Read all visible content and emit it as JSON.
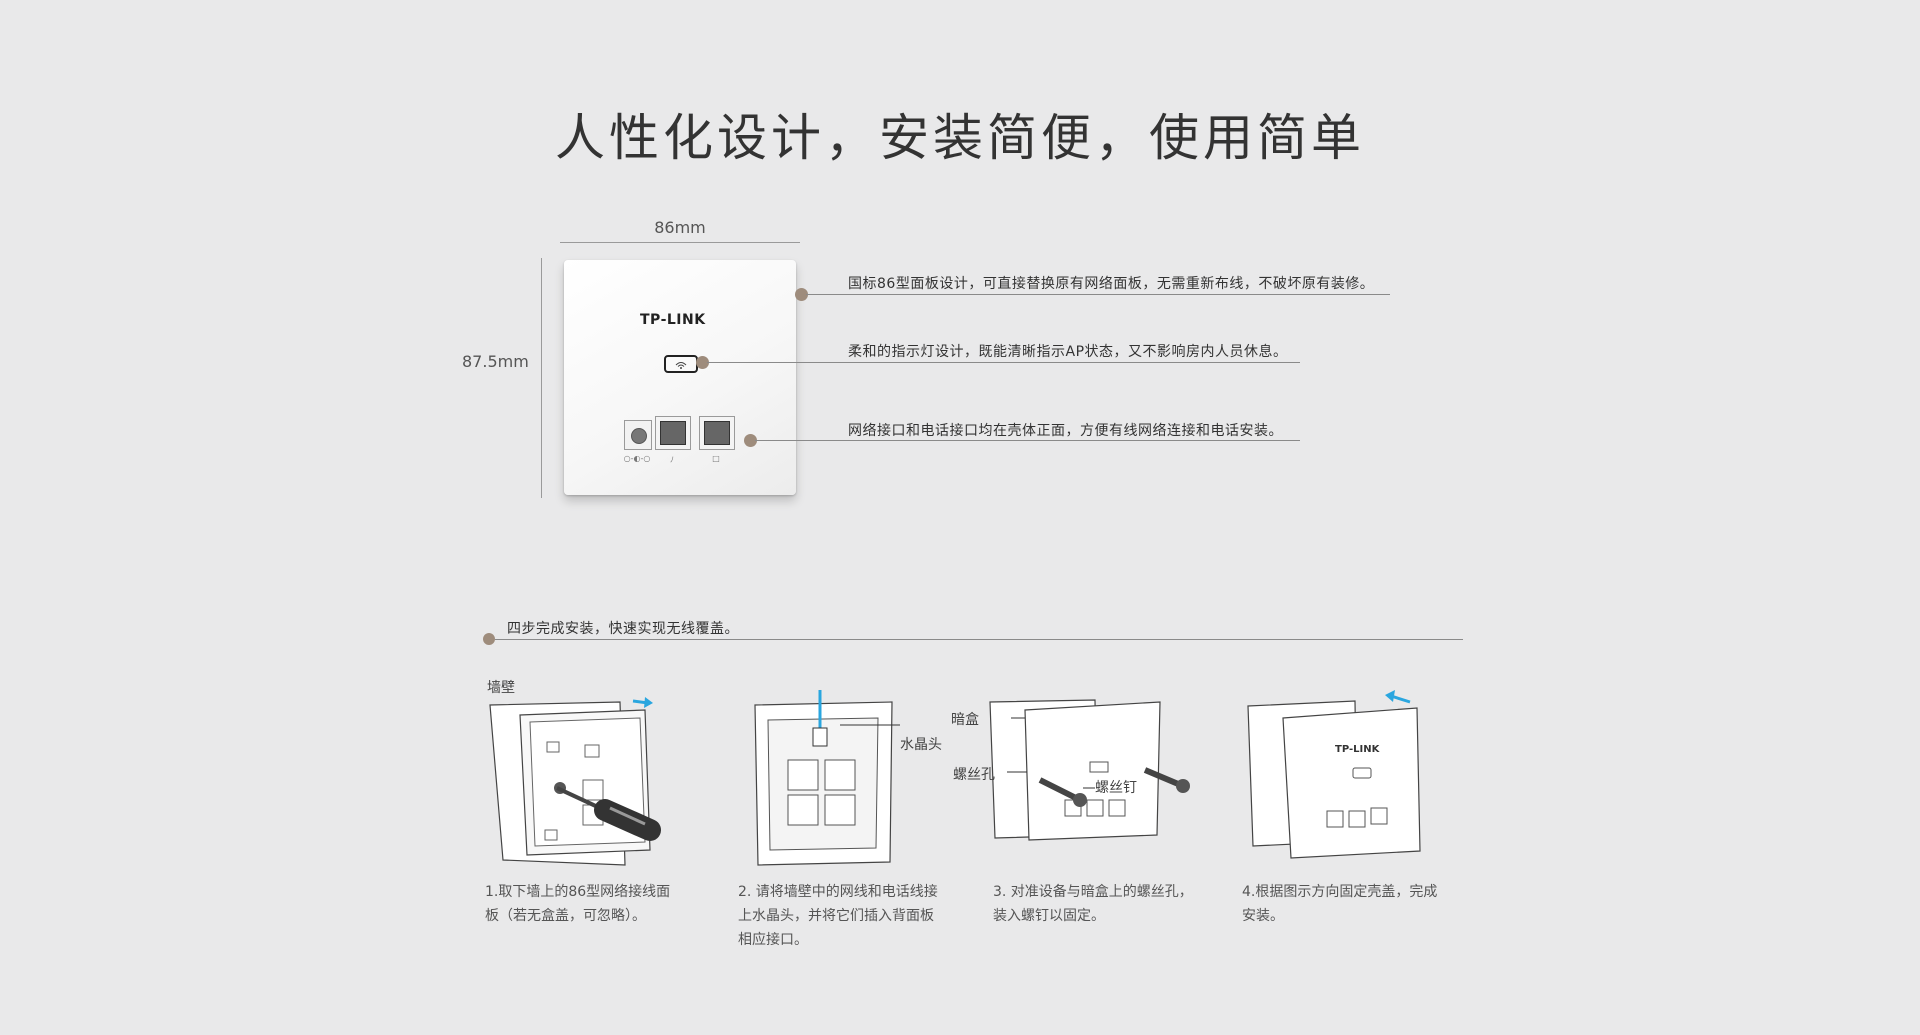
{
  "title": "人性化设计，安装简便，使用简单",
  "dimensions": {
    "width": "86mm",
    "height": "87.5mm"
  },
  "panel": {
    "brand": "TP-LINK",
    "port_labels": [
      "○-◐-○",
      "ﾉ",
      "□"
    ]
  },
  "callouts": [
    "国标86型面板设计，可直接替换原有网络面板，无需重新布线，不破坏原有装修。",
    "柔和的指示灯设计，既能清晰指示AP状态，又不影响房内人员休息。",
    "网络接口和电话接口均在壳体正面，方便有线网络连接和电话安装。"
  ],
  "install": {
    "heading": "四步完成安装，快速实现无线覆盖。",
    "step1_label": "墙壁",
    "step2_label": "水晶头",
    "step3_labels": {
      "box": "暗盒",
      "hole": "螺丝孔",
      "screw": "螺丝钉"
    },
    "step4_brand": "TP-LINK",
    "steps": [
      {
        "line1": "1.取下墙上的86型网络接线面",
        "line2": "板（若无盒盖，可忽略）。",
        "line3": ""
      },
      {
        "line1": "2. 请将墙壁中的网线和电话线接",
        "line2": "上水晶头，并将它们插入背面板",
        "line3": "相应接口。"
      },
      {
        "line1": "3. 对准设备与暗盒上的螺丝孔，",
        "line2": "装入螺钉以固定。",
        "line3": ""
      },
      {
        "line1": "4.根据图示方向固定壳盖，完成",
        "line2": "安装。",
        "line3": ""
      }
    ]
  },
  "colors": {
    "background": "#e9e9ea",
    "accent_dot": "#9e8c7c",
    "arrow_blue": "#2aa6df"
  },
  "icons": [
    "wifi-icon",
    "arrow-right-icon",
    "arrow-left-icon",
    "screwdriver-icon",
    "screw-icon"
  ]
}
